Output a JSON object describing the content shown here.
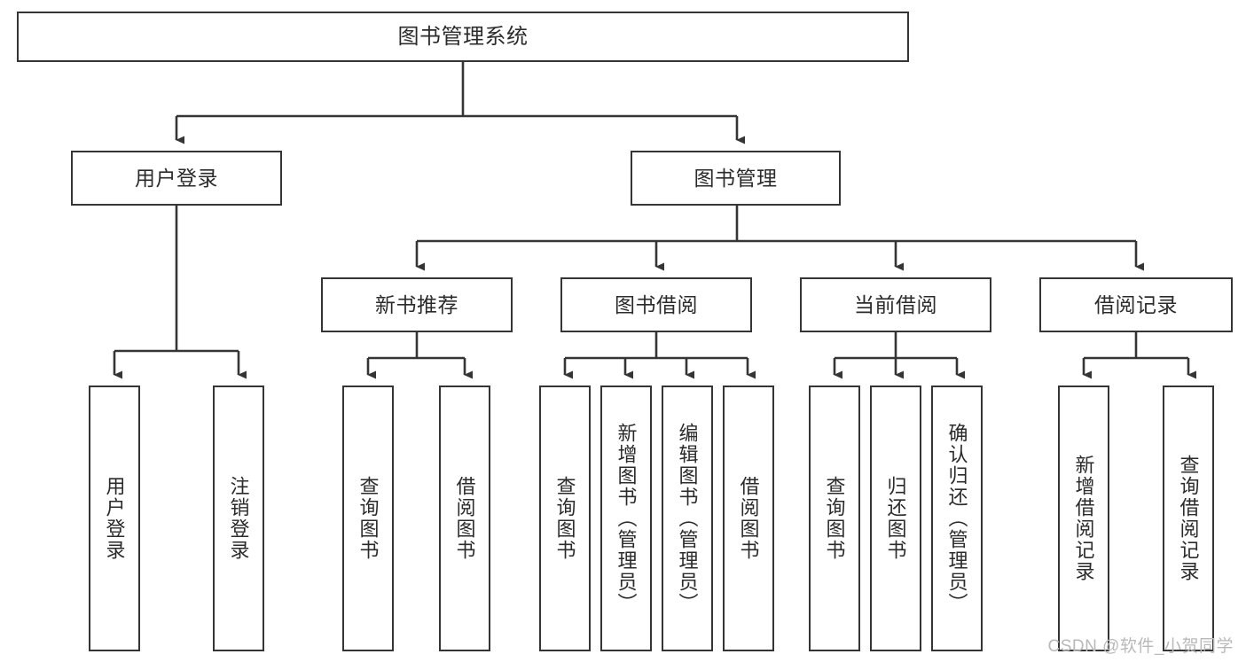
{
  "diagram": {
    "title": "图书管理系统",
    "type": "tree-hierarchy",
    "background_color": "#ffffff",
    "box_border_color": "#353535",
    "text_color": "#2b2b2b",
    "connector_color": "#353535",
    "watermark": "CSDN @软件_小贺同学"
  },
  "nodes": {
    "root": {
      "label": "图书管理系统"
    },
    "level2": [
      {
        "label": "用户登录"
      },
      {
        "label": "图书管理"
      }
    ],
    "level3": [
      {
        "label": "新书推荐"
      },
      {
        "label": "图书借阅"
      },
      {
        "label": "当前借阅"
      },
      {
        "label": "借阅记录"
      }
    ],
    "leaves": {
      "user_login": [
        {
          "label": "用户登录"
        },
        {
          "label": "注销登录"
        }
      ],
      "new_book_recommend": [
        {
          "label": "查询图书"
        },
        {
          "label": "借阅图书"
        }
      ],
      "book_borrow": [
        {
          "label": "查询图书"
        },
        {
          "label": "新增图书（管理员）"
        },
        {
          "label": "编辑图书（管理员）"
        },
        {
          "label": "借阅图书"
        }
      ],
      "current_borrow": [
        {
          "label": "查询图书"
        },
        {
          "label": "归还图书"
        },
        {
          "label": "确认归还（管理员）"
        }
      ],
      "borrow_record": [
        {
          "label": "新增借阅记录"
        },
        {
          "label": "查询借阅记录"
        }
      ]
    }
  }
}
